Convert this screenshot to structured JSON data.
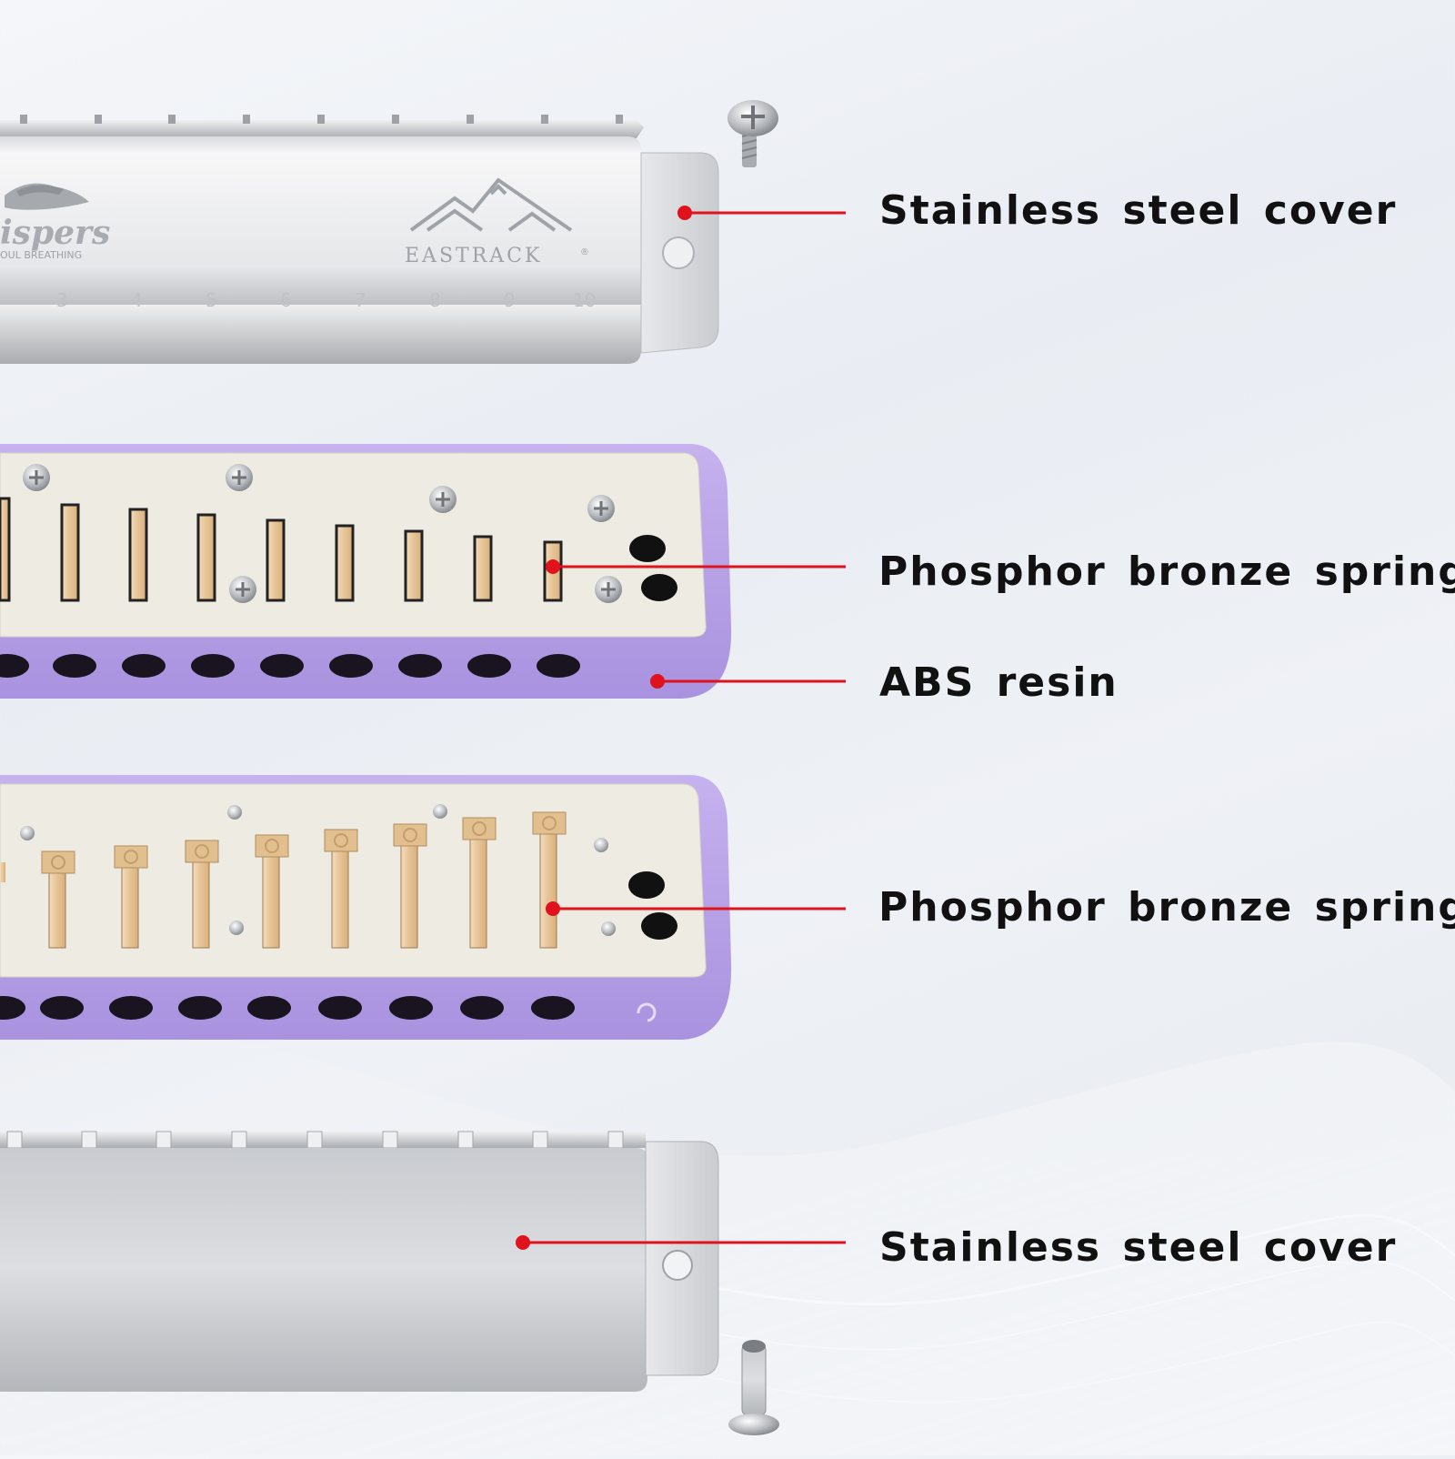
{
  "brand": {
    "left_logo_text": "ispers",
    "left_logo_subtext": "OUL BREATHING",
    "right_logo_text": "EASTRACK",
    "registered_mark": "®"
  },
  "hole_numbers": [
    "3",
    "4",
    "5",
    "6",
    "7",
    "8",
    "9",
    "10"
  ],
  "callouts": [
    {
      "text": "Stainless steel cover"
    },
    {
      "text": "Phosphor bronze spring"
    },
    {
      "text": "ABS resin"
    },
    {
      "text": "Phosphor bronze spring"
    },
    {
      "text": "Stainless steel cover"
    }
  ],
  "colors": {
    "callout_line": "#e0121b",
    "abs_resin": "#b9a3e6",
    "reed_plate": "#eeebe2",
    "bronze_reed": "#e8c9a0",
    "steel": "#cfd2d6"
  }
}
